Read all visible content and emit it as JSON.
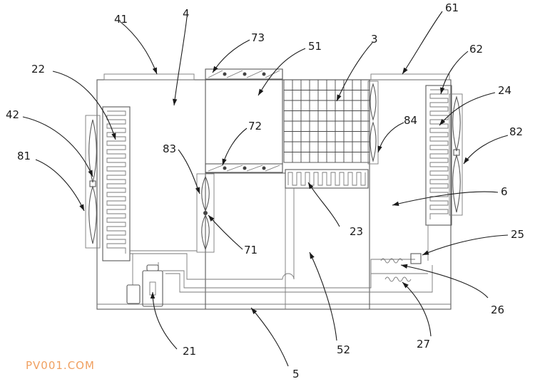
{
  "watermark": "PV001.COM",
  "labels": [
    {
      "id": "41",
      "text": "41"
    },
    {
      "id": "4",
      "text": "4"
    },
    {
      "id": "73",
      "text": "73"
    },
    {
      "id": "51",
      "text": "51"
    },
    {
      "id": "3",
      "text": "3"
    },
    {
      "id": "61",
      "text": "61"
    },
    {
      "id": "62",
      "text": "62"
    },
    {
      "id": "22",
      "text": "22"
    },
    {
      "id": "24",
      "text": "24"
    },
    {
      "id": "42",
      "text": "42"
    },
    {
      "id": "84",
      "text": "84"
    },
    {
      "id": "82",
      "text": "82"
    },
    {
      "id": "72",
      "text": "72"
    },
    {
      "id": "81",
      "text": "81"
    },
    {
      "id": "83",
      "text": "83"
    },
    {
      "id": "6",
      "text": "6"
    },
    {
      "id": "23",
      "text": "23"
    },
    {
      "id": "71",
      "text": "71"
    },
    {
      "id": "25",
      "text": "25"
    },
    {
      "id": "26",
      "text": "26"
    },
    {
      "id": "27",
      "text": "27"
    },
    {
      "id": "21",
      "text": "21"
    },
    {
      "id": "52",
      "text": "52"
    },
    {
      "id": "5",
      "text": "5"
    }
  ]
}
